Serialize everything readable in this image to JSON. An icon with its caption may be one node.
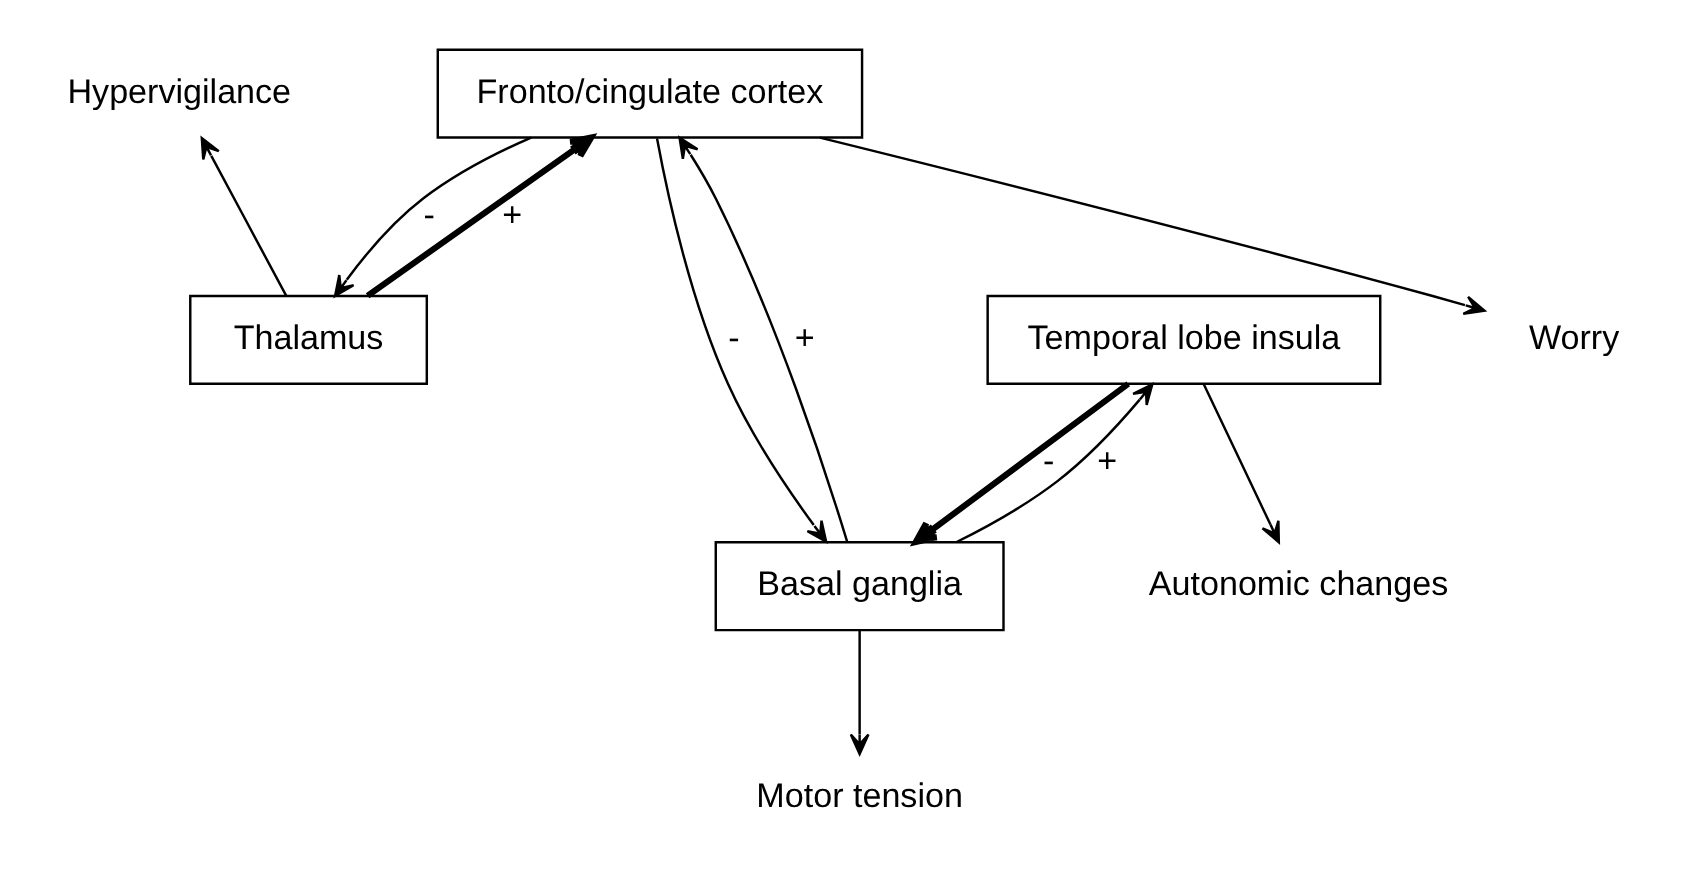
{
  "diagram": {
    "nodes": [
      {
        "text": [
          "Fronto/cingulate cortex"
        ]
      },
      {
        "text": [
          "Thalamus"
        ]
      },
      {
        "text": [
          "Temporal lobe insula"
        ]
      },
      {
        "text": [
          "Basal ganglia"
        ]
      },
      {
        "text": [
          "Worry"
        ]
      },
      {
        "text": [
          "Hypervigilance"
        ]
      },
      {
        "text": [
          "Autonomic changes"
        ]
      },
      {
        "text": [
          "Motor tension"
        ]
      }
    ],
    "edges": [
      {
        "from": 1,
        "to": 0,
        "arrow": "to",
        "label": "+",
        "style": "thick"
      },
      {
        "from": 0,
        "to": 1,
        "arrow": "to",
        "label": "-"
      },
      {
        "from": 3,
        "to": 0,
        "arrow": "to",
        "label": "+"
      },
      {
        "from": 0,
        "to": 3,
        "arrow": "to",
        "label": "-"
      },
      {
        "from": 3,
        "to": 2,
        "arrow": "to",
        "label": "+"
      },
      {
        "from": 2,
        "to": 3,
        "arrow": "to",
        "label": "-",
        "style": "thick"
      },
      {
        "from": 0,
        "to": 4,
        "arrow": "to"
      },
      {
        "from": 1,
        "to": 5,
        "arrow": "to"
      },
      {
        "from": 2,
        "to": 6,
        "arrow": "to"
      },
      {
        "from": 3,
        "to": 7,
        "arrow": "to"
      }
    ]
  }
}
